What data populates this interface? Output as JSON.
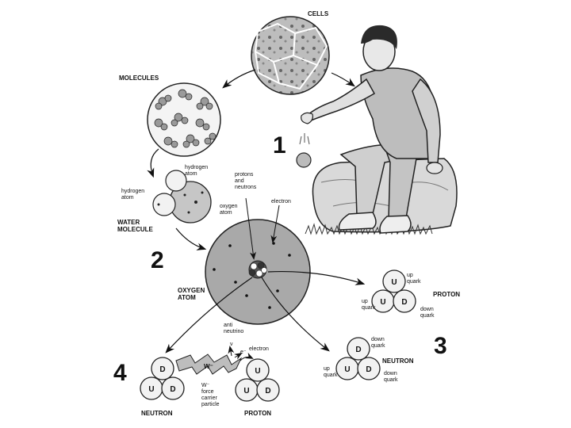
{
  "labels": {
    "cells": "CELLS",
    "molecules": "MOLECULES",
    "hydrogen_atom_top": "hydrogen\natom",
    "hydrogen_atom_left": "hydrogen\natom",
    "oxygen_atom_small": "oxygen\natom",
    "water_molecule": "WATER\nMOLECULE",
    "protons_neutrons": "protons\nand\nneutrons",
    "electron_atom": "electron",
    "oxygen_atom": "OXYGEN\nATOM",
    "proton_right": "PROTON",
    "up_quark_top": "up\nquark",
    "up_quark_left": "up\nquark",
    "down_quark_proton": "down\nquark",
    "neutron_right": "NEUTRON",
    "down_quark_top": "down\nquark",
    "up_quark_neutron": "up\nquark",
    "down_quark_neutron": "down\nquark",
    "antineutrino": "anti\nneutrino",
    "nu_symbol": "ν",
    "electron_decay": "electron",
    "e_symbol": "e⁻",
    "w_force": "W⁻\nforce\ncarrier\nparticle",
    "w_label": "W⁻",
    "neutron_bottom": "NEUTRON",
    "proton_bottom": "PROTON"
  },
  "numbers": {
    "n1": "1",
    "n2": "2",
    "n3": "3",
    "n4": "4"
  },
  "quarks": {
    "proton_right": [
      "U",
      "U",
      "D"
    ],
    "neutron_right": [
      "D",
      "U",
      "D"
    ],
    "neutron_bottom": [
      "D",
      "U",
      "D"
    ],
    "proton_bottom": [
      "U",
      "U",
      "D"
    ]
  }
}
